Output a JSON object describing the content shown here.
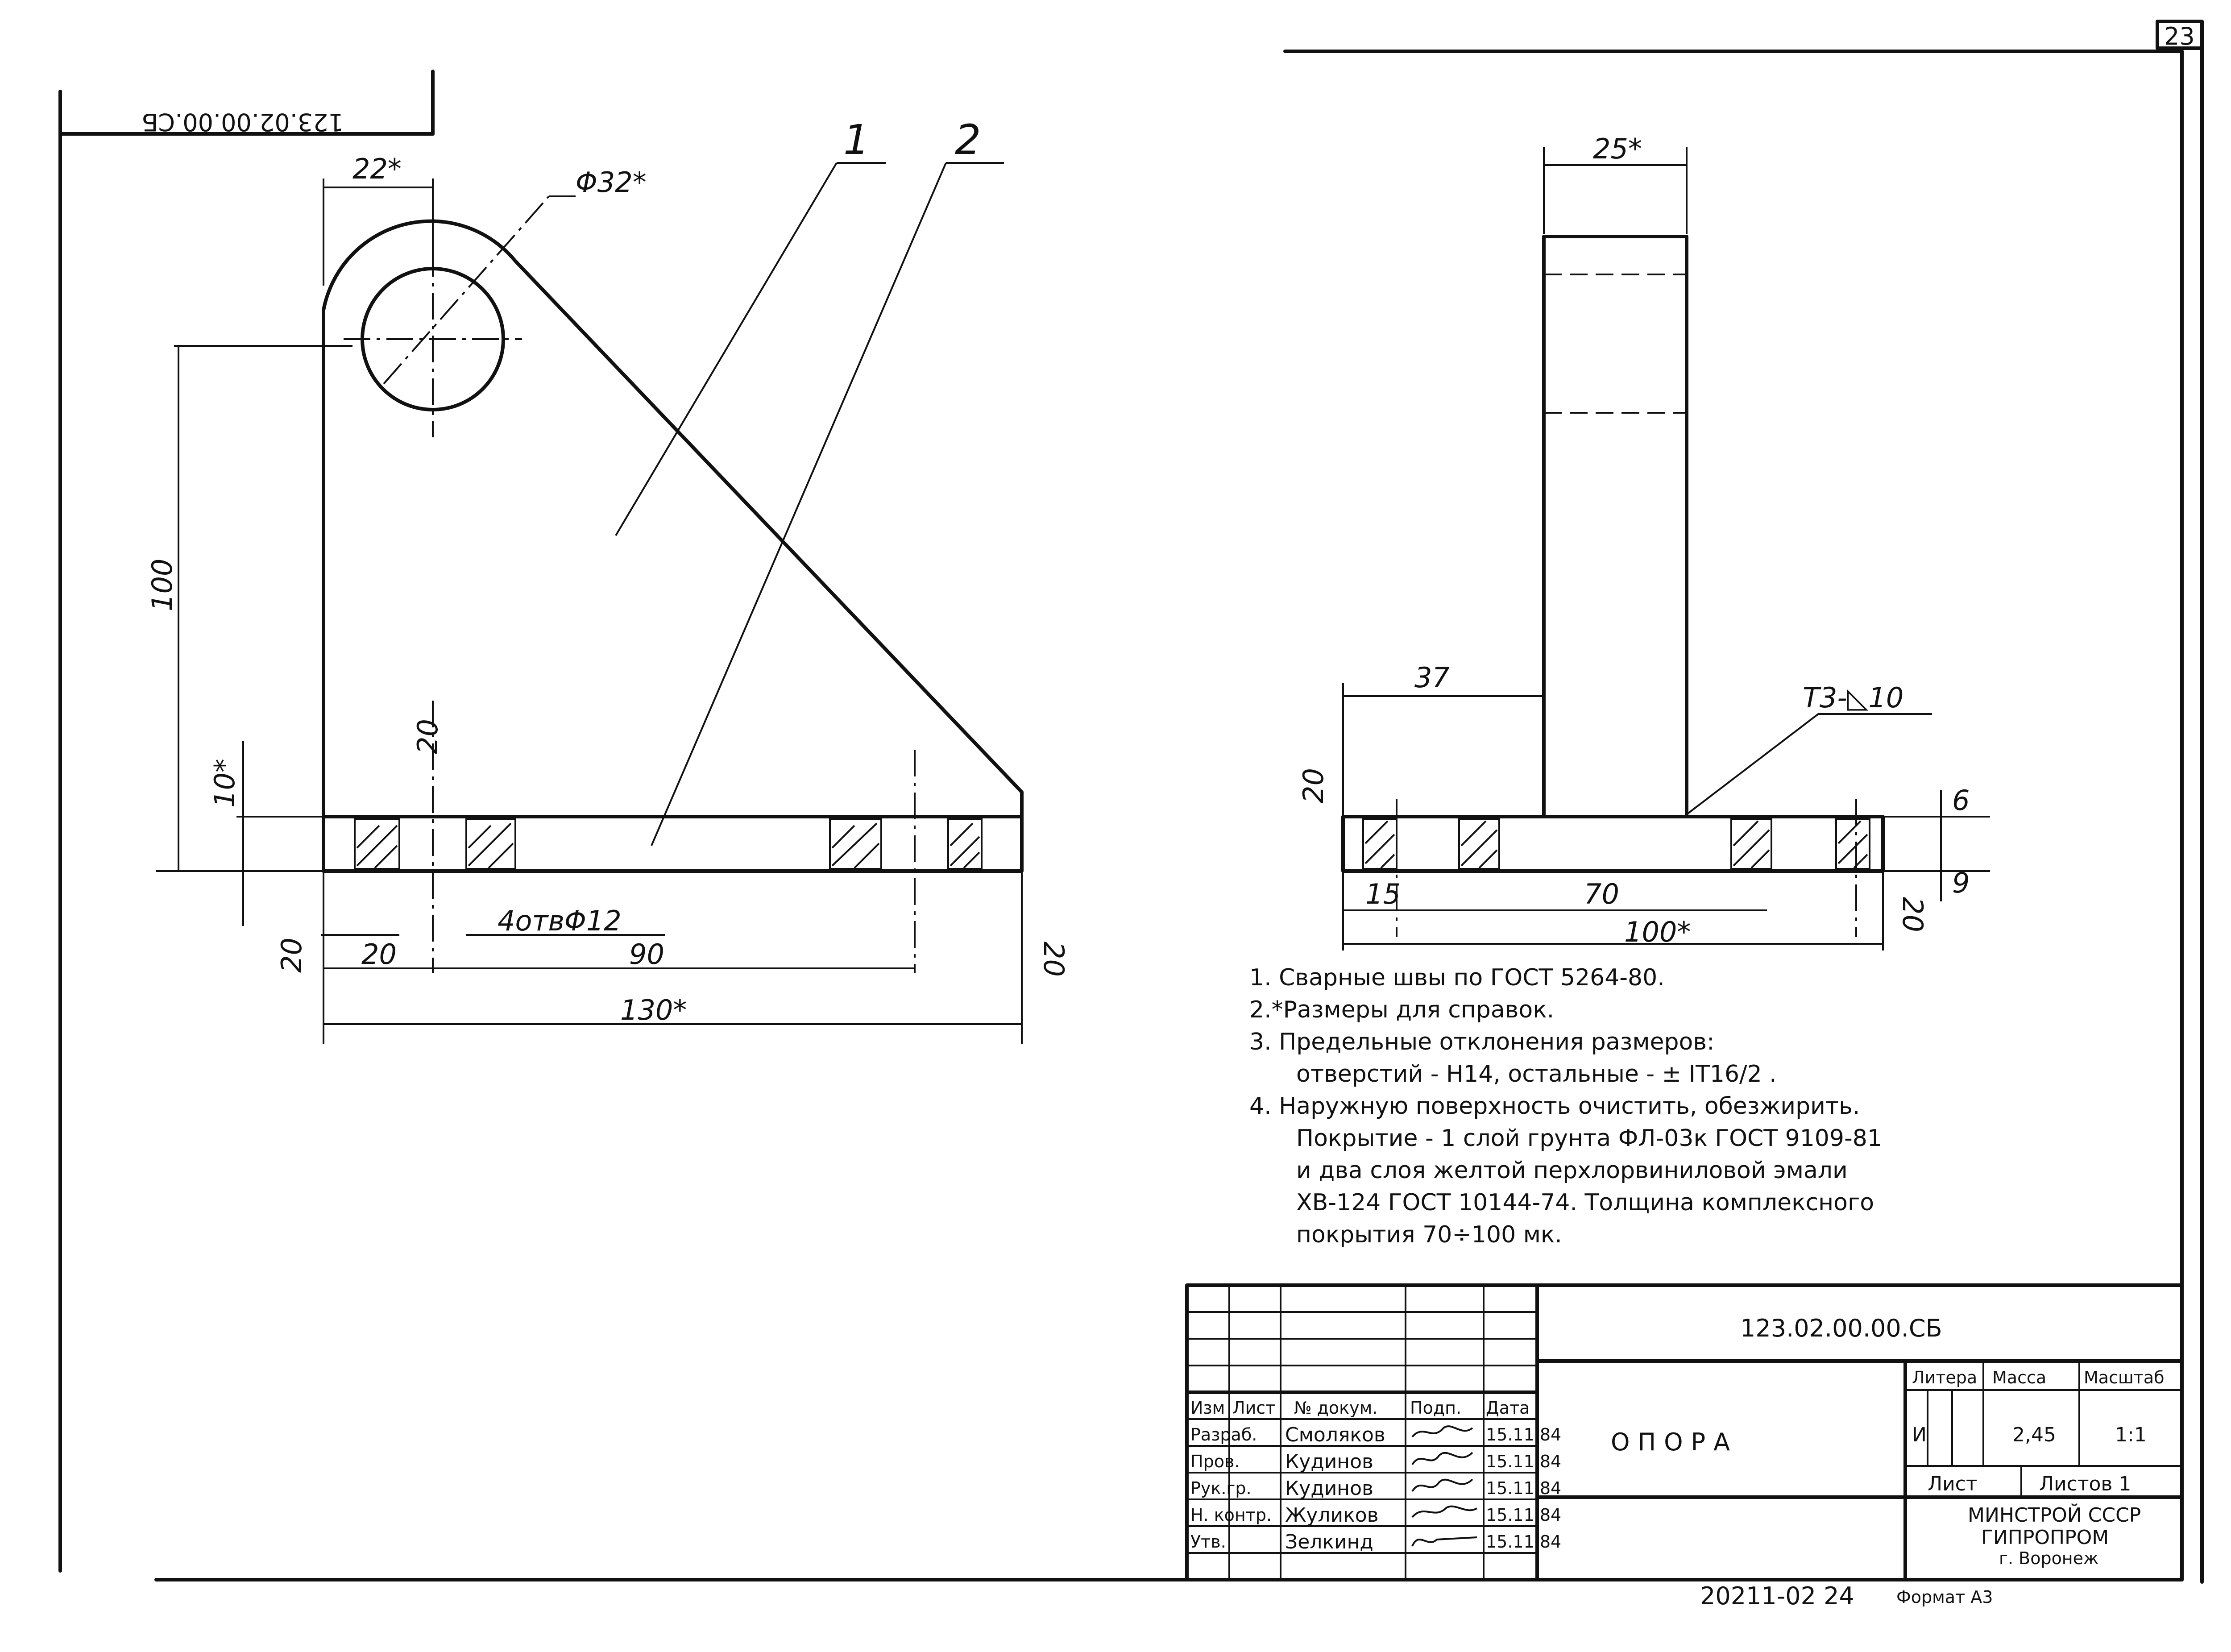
{
  "sheet_number": "23",
  "doc_code": "123.02.00.00.СБ",
  "doc_code_rotated": "123.02.00.00.СБ",
  "title": "ОПОРА",
  "litera_header": "Литера",
  "mass_header": "Масса",
  "scale_header": "Масштаб",
  "litera": "И",
  "mass": "2,45",
  "scale": "1:1",
  "sheet_label": "Лист",
  "sheets_label": "Листов 1",
  "organization": [
    "МИНСТРОЙ СССР",
    "ГИПРОПРОМ",
    "г. Воронеж"
  ],
  "bottom_stamp": "20211-02   24",
  "bottom_stamp_format": "Формат А3",
  "signature_headers": [
    "Изм",
    "Лист",
    "№ докум.",
    "Подп.",
    "Дата"
  ],
  "signature_rows": [
    {
      "role": "Разраб.",
      "name": "Смоляков",
      "date": "15.11.84"
    },
    {
      "role": "Пров.",
      "name": "Кудинов",
      "date": "15.11.84"
    },
    {
      "role": "Рук.гр.",
      "name": "Кудинов",
      "date": "15.11.84"
    },
    {
      "role": "Н. контр.",
      "name": "Жуликов",
      "date": "15.11.84"
    },
    {
      "role": "Утв.",
      "name": "Зелкинд",
      "date": "15.11.84"
    }
  ],
  "left_view": {
    "part_label_1": "1",
    "part_label_2": "2",
    "dim_width_top": "22*",
    "dim_hole_dia": "Φ32*",
    "dim_height": "100",
    "dim_plate_thk": "10*",
    "dim_edge_left": "20",
    "dim_holes_callout": "4отвΦ12",
    "dim_hole_pitch": "90",
    "dim_overall": "130*",
    "rough_1": "20",
    "rough_2": "20",
    "rough_3": "20"
  },
  "right_view": {
    "dim_rib_thk": "25*",
    "dim_offset": "37",
    "weld_callout": "Т3-◺10",
    "dim_edge": "15",
    "dim_pitch": "70",
    "dim_overall": "100*",
    "rough_1": "20",
    "rough_2": "20",
    "dim_tol_a": "6",
    "dim_tol_b": "9"
  },
  "notes": {
    "n1": "1. Сварные швы по ГОСТ 5264-80.",
    "n2": "2.*Размеры для справок.",
    "n3a": "3. Предельные отклонения размеров:",
    "n3b": "отверстий - Н14, остальные - ± IT16/2 .",
    "n4a": "4. Наружную поверхность очистить, обезжирить.",
    "n4b": "Покрытие - 1 слой грунта ФЛ-03к ГОСТ 9109-81",
    "n4c": "и два слоя желтой перхлорвиниловой эмали",
    "n4d": "ХВ-124 ГОСТ 10144-74. Толщина комплексного",
    "n4e": "покрытия 70÷100 мк."
  }
}
